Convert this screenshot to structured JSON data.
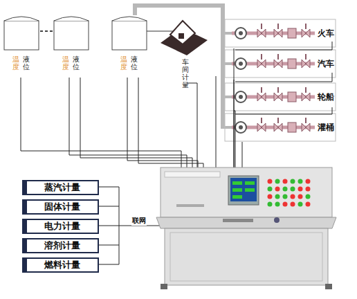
{
  "diagram": {
    "nodes": [
      {
        "text": [
          "蒸汽计量"
        ]
      },
      {
        "text": [
          "固体计量"
        ]
      },
      {
        "text": [
          "电力计量"
        ]
      },
      {
        "text": [
          "溶剂计量"
        ]
      },
      {
        "text": [
          "燃料计量"
        ]
      }
    ],
    "labels": [
      "温度",
      "液位",
      "温度",
      "液位",
      "温度",
      "液位",
      "车间计量",
      "火车",
      "汽车",
      "轮船",
      "灌桶",
      "联网"
    ]
  }
}
